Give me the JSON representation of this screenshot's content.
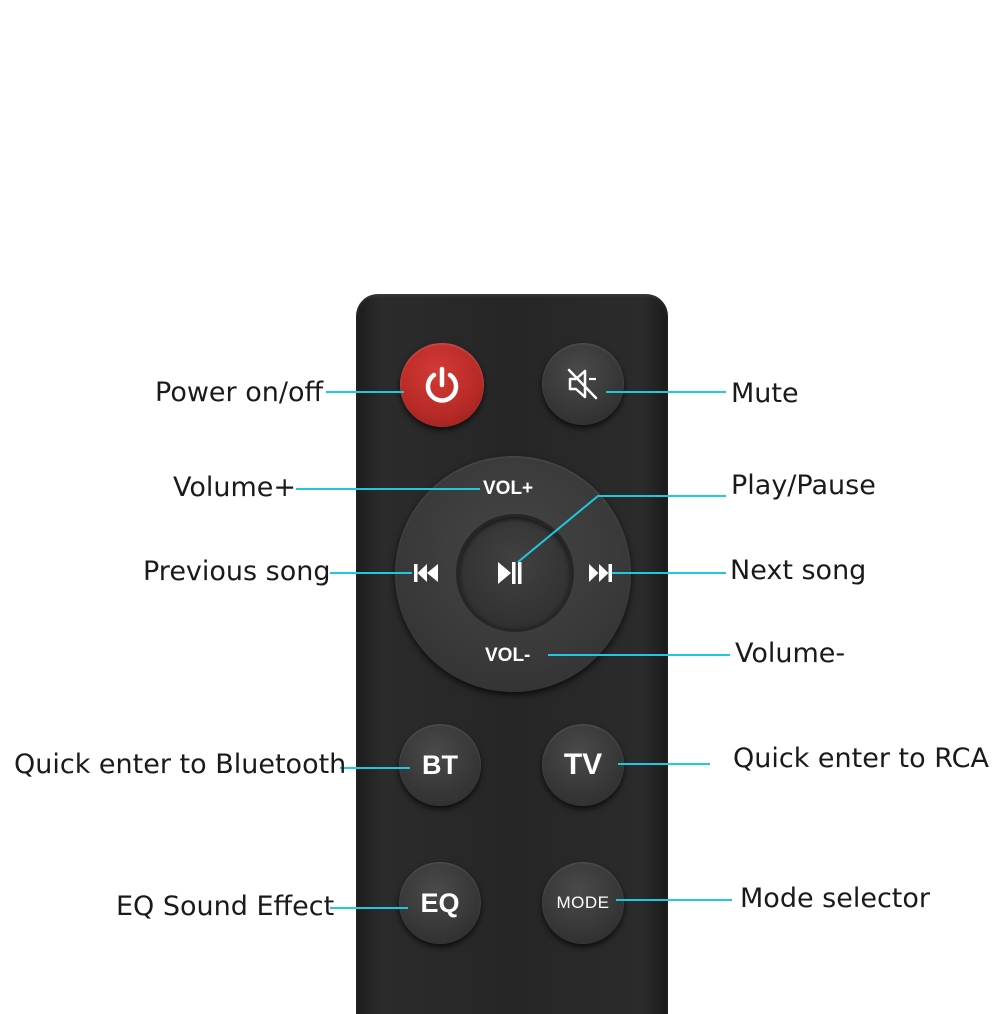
{
  "remote": {
    "buttons": {
      "bt": "BT",
      "tv": "TV",
      "eq": "EQ",
      "mode": "MODE",
      "vol_up": "VOL+",
      "vol_down": "VOL-"
    },
    "icons": {
      "power": "power-icon",
      "mute": "speaker-muted-icon",
      "play_pause": "play-pause-icon",
      "previous": "previous-track-icon",
      "next": "next-track-icon"
    }
  },
  "callouts": {
    "power": "Power on/off",
    "mute": "Mute",
    "volume_up": "Volume+",
    "play_pause": "Play/Pause",
    "previous": "Previous song",
    "next": "Next song",
    "volume_down": "Volume-",
    "bluetooth": "Quick enter to Bluetooth",
    "rca": "Quick enter to RCA",
    "eq": "EQ Sound Effect",
    "mode": "Mode selector"
  },
  "colors": {
    "leader_line": "#1fc8e0",
    "power_button": "#c0302c",
    "remote_body": "#262626"
  }
}
